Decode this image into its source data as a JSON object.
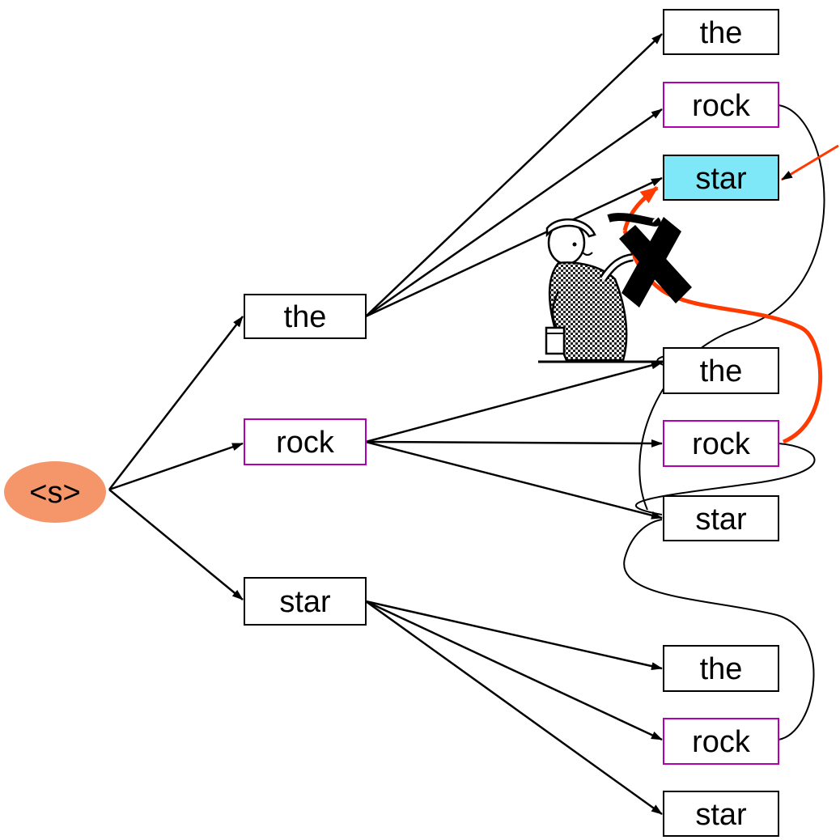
{
  "start_node": {
    "label": "<s>",
    "fill": "#F4956A"
  },
  "colors": {
    "box_border_plain": "#000000",
    "box_border_rock": "#B000B0",
    "highlight_fill": "#7FE8F8",
    "path_color": "#FF3A00",
    "edge_color": "#000000"
  },
  "level1": [
    {
      "label": "the",
      "style": "plain"
    },
    {
      "label": "rock",
      "style": "rock"
    },
    {
      "label": "star",
      "style": "plain"
    }
  ],
  "level2": [
    {
      "label": "the",
      "style": "plain"
    },
    {
      "label": "rock",
      "style": "rock"
    },
    {
      "label": "star",
      "style": "highlight"
    },
    {
      "label": "the",
      "style": "plain"
    },
    {
      "label": "rock",
      "style": "rock"
    },
    {
      "label": "star",
      "style": "plain"
    },
    {
      "label": "the",
      "style": "plain"
    },
    {
      "label": "rock",
      "style": "rock"
    },
    {
      "label": "star",
      "style": "plain"
    }
  ],
  "icons": {
    "worker": "painter-worker-icon",
    "cross": "cross-out-icon"
  }
}
